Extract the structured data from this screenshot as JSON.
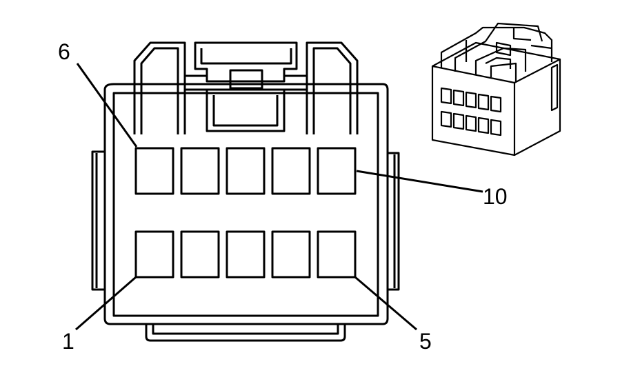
{
  "diagram": {
    "type": "connector-end-view",
    "pin_labels": {
      "pin_6": "6",
      "pin_10": "10",
      "pin_1": "1",
      "pin_5": "5"
    },
    "cavities": {
      "top_row_count": 5,
      "bottom_row_count": 5
    },
    "colors": {
      "line": "#000000",
      "background": "#ffffff"
    }
  }
}
